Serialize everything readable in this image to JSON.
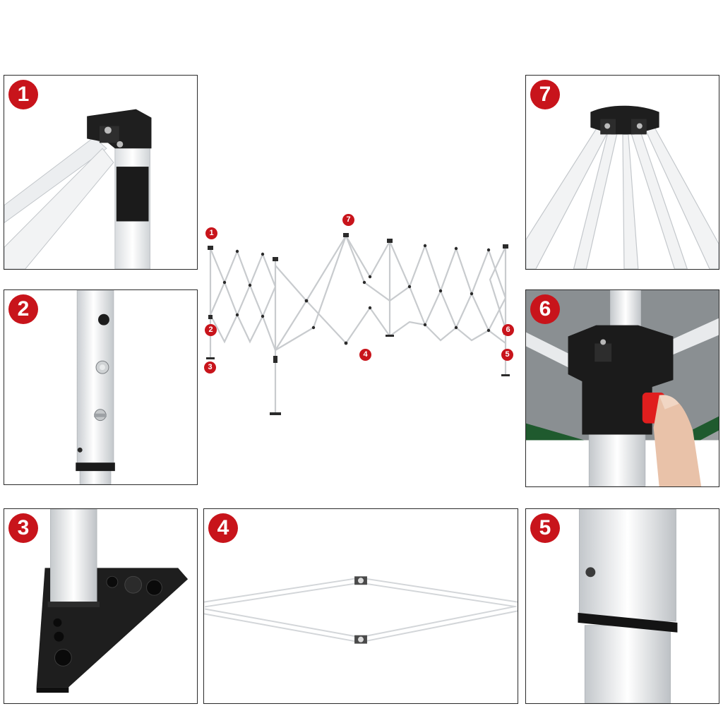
{
  "panels": [
    {
      "id": "p1",
      "badge": "1",
      "subject": "corner-bracket"
    },
    {
      "id": "p2",
      "badge": "2",
      "subject": "leg-adjust-holes"
    },
    {
      "id": "p3",
      "badge": "3",
      "subject": "foot-plate"
    },
    {
      "id": "p4",
      "badge": "4",
      "subject": "truss-joints"
    },
    {
      "id": "p5",
      "badge": "5",
      "subject": "leg-sleeve"
    },
    {
      "id": "p6",
      "badge": "6",
      "subject": "slider-lock-button"
    },
    {
      "id": "p7",
      "badge": "7",
      "subject": "center-hub"
    }
  ],
  "diagram_markers": [
    "1",
    "2",
    "3",
    "4",
    "5",
    "6",
    "7"
  ],
  "colors": {
    "badge": "#c8141b",
    "frame_white": "#f4f5f6",
    "plastic_black": "#1b1b1b",
    "canopy_green": "#1f5a2e",
    "canopy_gray": "#8e9294",
    "lock_red": "#e01e1e"
  }
}
